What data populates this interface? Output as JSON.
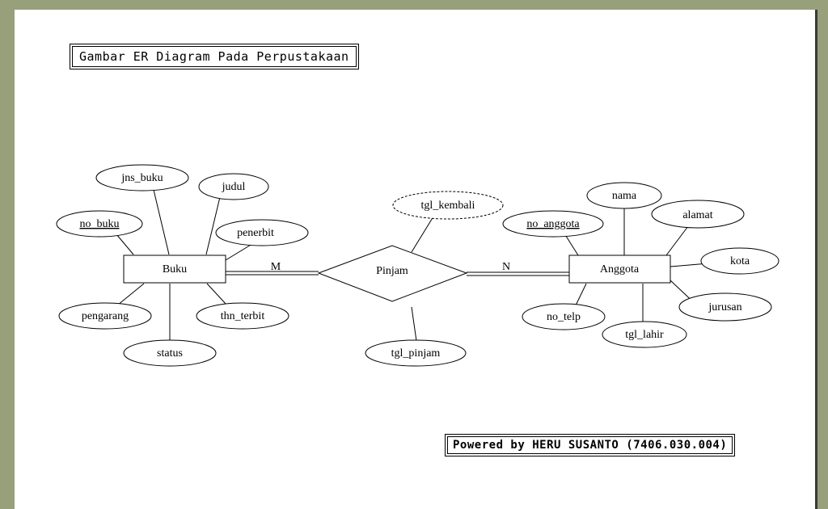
{
  "title": "Gambar ER Diagram Pada Perpustakaan",
  "credit": "Powered by HERU SUSANTO (7406.030.004)",
  "entities": {
    "buku": "Buku",
    "anggota": "Anggota"
  },
  "relationship": {
    "name": "Pinjam",
    "card_left": "M",
    "card_right": "N"
  },
  "buku_attributes": {
    "jns_buku": "jns_buku",
    "judul": "judul",
    "no_buku": "no_buku",
    "penerbit": "penerbit",
    "pengarang": "pengarang",
    "thn_terbit": "thn_terbit",
    "status": "status"
  },
  "pinjam_attributes": {
    "tgl_kembali": "tgl_kembali",
    "tgl_pinjam": "tgl_pinjam"
  },
  "anggota_attributes": {
    "nama": "nama",
    "alamat": "alamat",
    "no_anggota": "no_anggota",
    "kota": "kota",
    "jurusan": "jurusan",
    "no_telp": "no_telp",
    "tgl_lahir": "tgl_lahir"
  }
}
